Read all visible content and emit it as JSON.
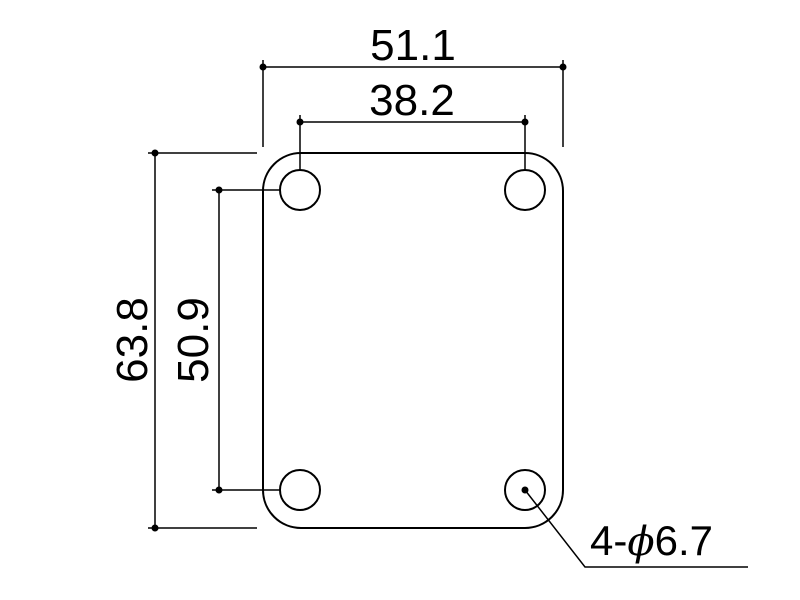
{
  "drawing": {
    "dimensions": {
      "overall_width": "51.1",
      "hole_spacing_width": "38.2",
      "overall_height": "63.8",
      "hole_spacing_height": "50.9"
    },
    "hole_note": {
      "prefix": "4-",
      "symbol": "ϕ",
      "value": "6.7"
    }
  }
}
